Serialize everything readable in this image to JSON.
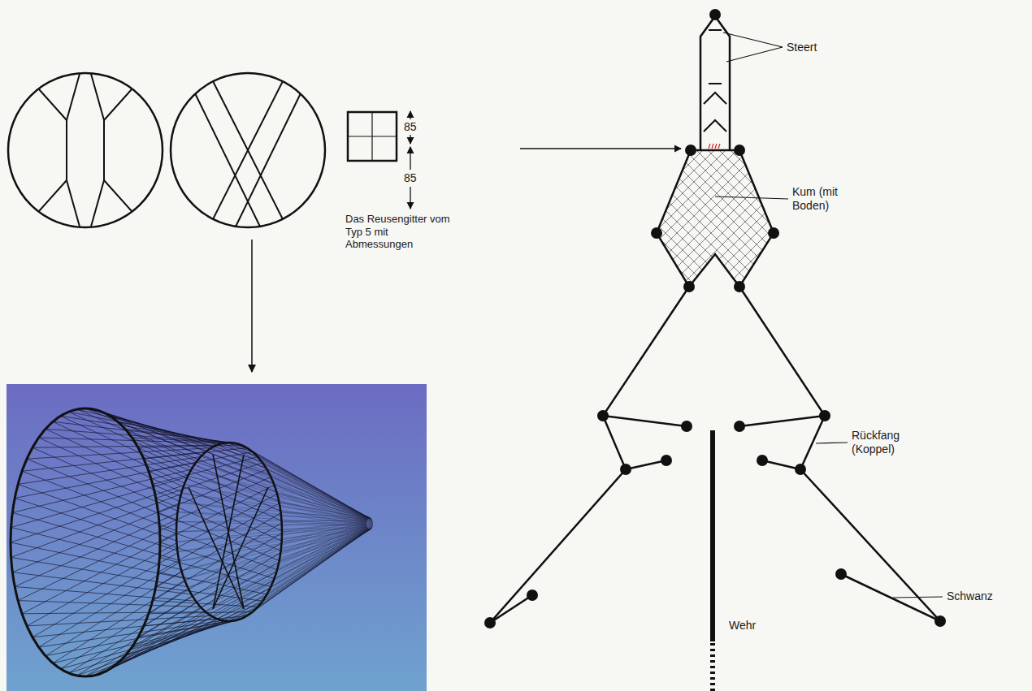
{
  "diagram": {
    "labels": [
      "Steert",
      "85",
      "85",
      "Das Reusengitter vom Typ 5 mit Abmessungen",
      "Kum (mit Boden)",
      "Rückfang (Koppel)",
      "Schwanz",
      "Wehr"
    ]
  }
}
